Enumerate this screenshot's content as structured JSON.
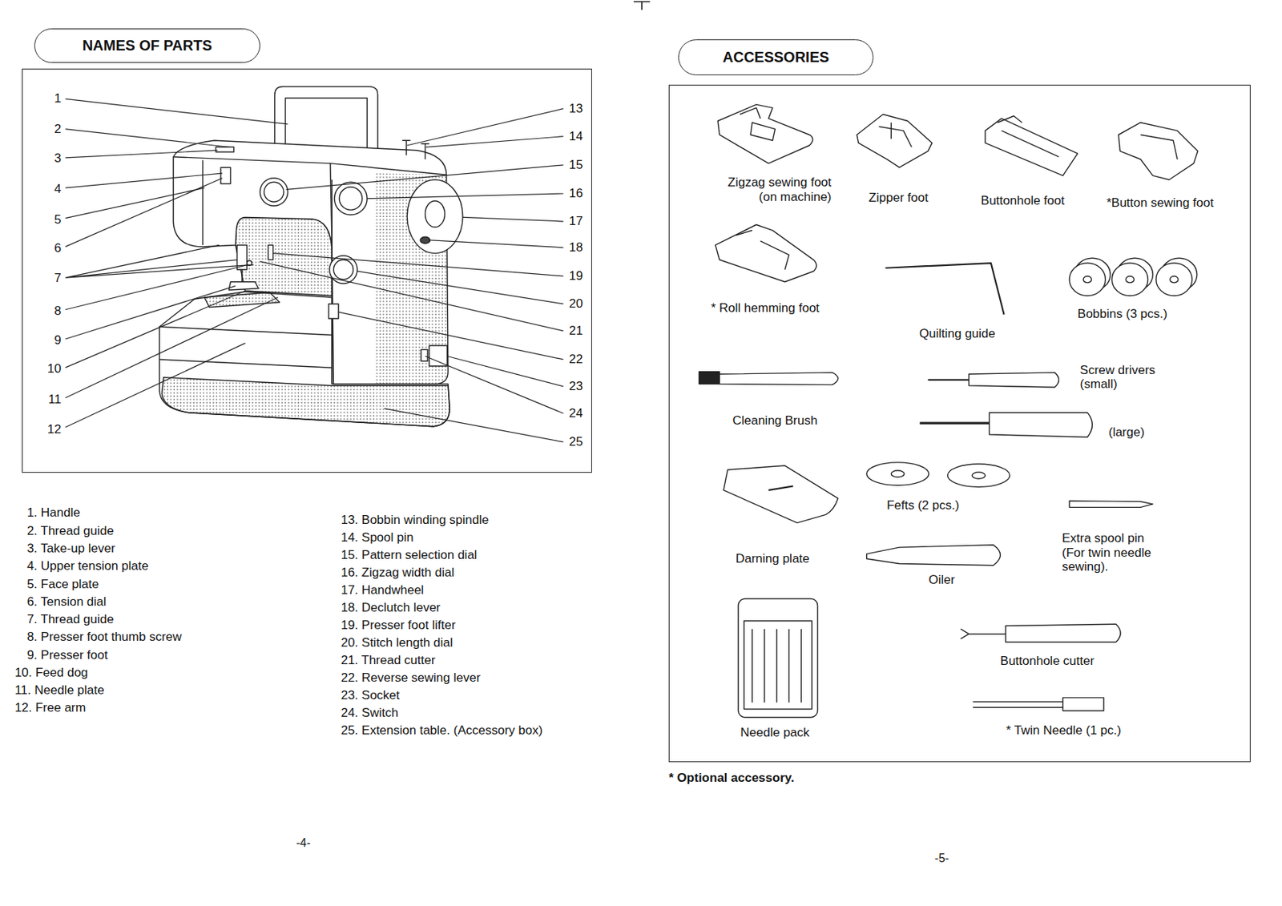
{
  "diagram": {
    "nodes": [
      {
        "text": [
          "NAMES OF PARTS"
        ]
      },
      {
        "text": [
          "1",
          "2",
          "3",
          "4",
          "5",
          "6",
          "7",
          "8",
          "9",
          "10",
          "11",
          "12",
          "13",
          "14",
          "15",
          "16",
          "17",
          "18",
          "19",
          "20",
          "21",
          "22",
          "23",
          "24",
          "25"
        ]
      },
      {
        "text": [
          "ACCESSORIES"
        ]
      },
      {
        "text": [
          "Zigzag sewing foot (on machine)",
          "Zipper foot",
          "Buttonhole foot",
          "*Button sewing foot",
          "* Roll hemming foot",
          "Quilting guide",
          "Bobbins (3 pcs.)",
          "Cleaning Brush",
          "Screw drivers (small)",
          "(large)",
          "Fefts (2 pcs.)",
          "Extra spool pin (For twin needle sewing).",
          "Darning plate",
          "Oiler",
          "Buttonhole cutter",
          "Needle pack",
          "* Twin Needle (1 pc.)"
        ]
      }
    ],
    "labels": [
      "1. Handle",
      "2. Thread guide",
      "3. Take-up lever",
      "4. Upper tension plate",
      "5. Face plate",
      "6. Tension dial",
      "7. Thread guide",
      "8. Presser foot thumb screw",
      "9. Presser foot",
      "10. Feed dog",
      "11. Needle plate",
      "12. Free arm",
      "13. Bobbin winding spindle",
      "14. Spool pin",
      "15. Pattern selection dial",
      "16. Zigzag width dial",
      "17. Handwheel",
      "18. Declutch lever",
      "19. Presser foot lifter",
      "20. Stitch length dial",
      "21. Thread cutter",
      "22. Reverse sewing lever",
      "23. Socket",
      "24. Switch",
      "25. Extension table. (Accessory box)",
      "-4-",
      "* Optional accessory.",
      "-5-"
    ]
  }
}
